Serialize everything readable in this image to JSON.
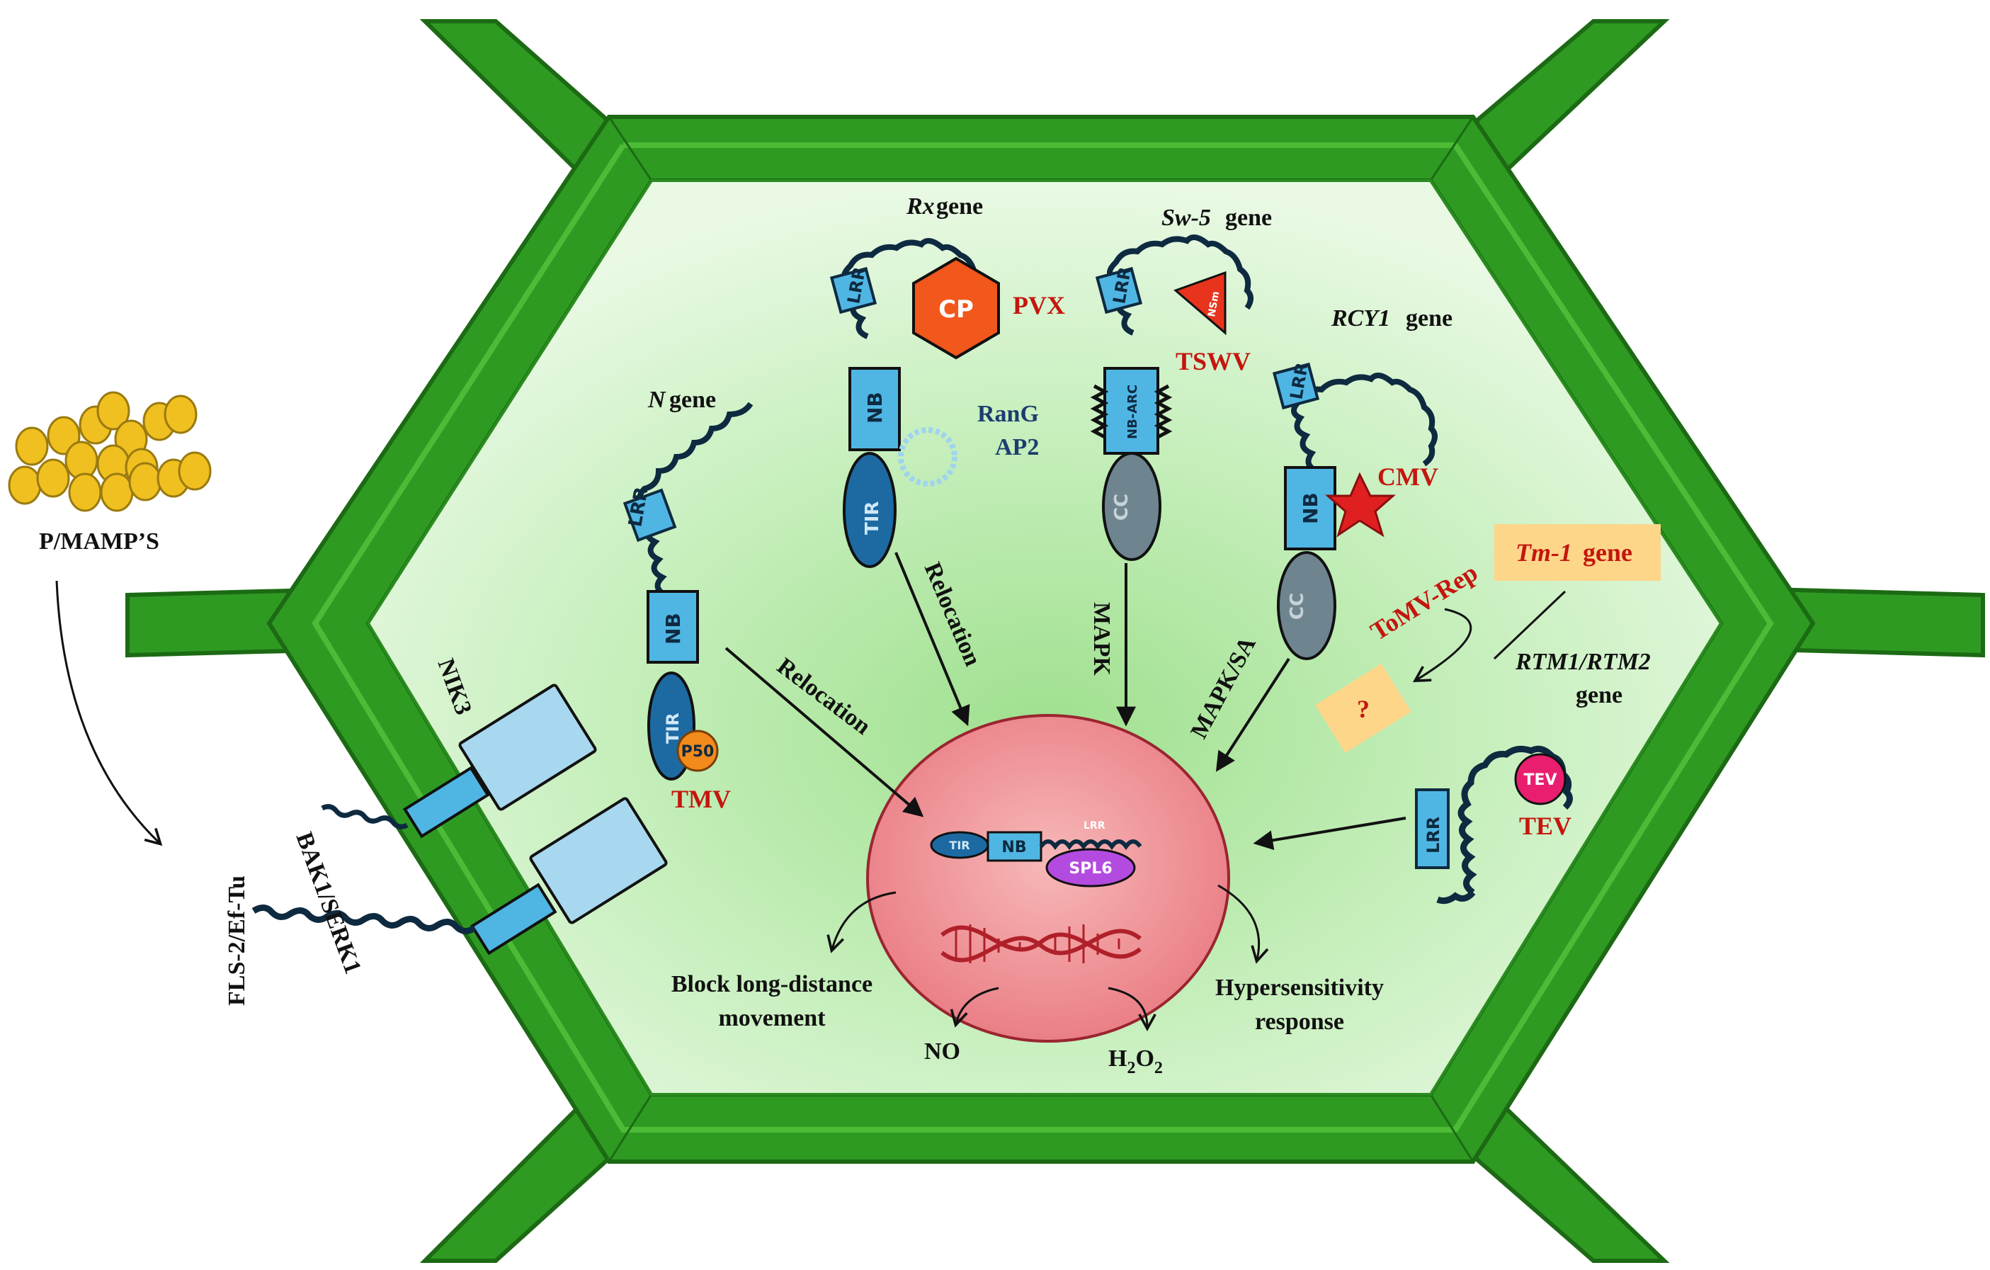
{
  "labels": {
    "pmamps": "P/MAMP’S",
    "bak1": "BAK1/SERK1",
    "nik3": "NIK3",
    "fls2": "FLS-2/Ef-Tu",
    "n_gene_italic": "N",
    "gene_word": "gene",
    "rx_gene_italic": "Rx",
    "sw5_gene_italic": "Sw-5",
    "rcy1_gene_italic": "RCY1",
    "tm1_gene_italic": "Tm-1",
    "rtm_gene_italic": "RTM1/RTM2",
    "tmv": "TMV",
    "pvx": "PVX",
    "tswv": "TSWV",
    "cmv": "CMV",
    "tev": "TEV",
    "tomv_rep": "ToMV-Rep",
    "question": "?",
    "rang_ap2_line1": "RanG",
    "rang_ap2_line2": "AP2",
    "relocation": "Relocation",
    "mapk": "MAPK",
    "mapk_sa": "MAPK/SA",
    "block_line1": "Block long-distance",
    "block_line2": "movement",
    "hyper_line1": "Hypersensitivity",
    "hyper_line2": "response",
    "no": "NO",
    "h2o2_h": "H",
    "h2o2_2a": "2",
    "h2o2_o": "O",
    "h2o2_2b": "2"
  },
  "domains": {
    "lrr": "LRR",
    "nb": "NB",
    "tir": "TIR",
    "cc": "CC",
    "cp": "CP",
    "p50": "P50",
    "nb_arc": "NB-ARC",
    "nsm": "NSm",
    "tev_disc": "TEV",
    "spl6": "SPL6"
  },
  "colors": {
    "cell_wall": "#2e9a22",
    "cell_wall_dark": "#1c6a14",
    "cytoplasm": "#d4f2cc",
    "nucleus": "#ef8e92",
    "domain_blue": "#4fb6e4",
    "virus_red": "#c4160e",
    "pvx_orange": "#f2571c",
    "amp_yellow": "#f0c020"
  }
}
